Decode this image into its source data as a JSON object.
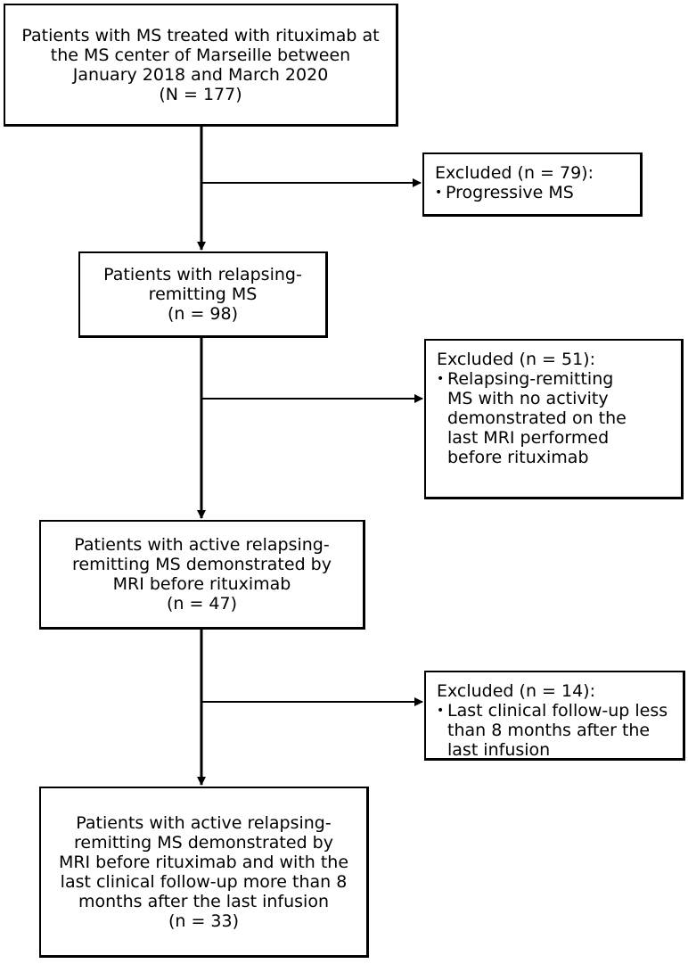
{
  "main_boxes": [
    {
      "lines": [
        "Patients with MS treated with rituximab at",
        "the MS center of Marseille between",
        "January 2018 and March 2020",
        "(N = 177)"
      ]
    },
    {
      "lines": [
        "Patients with relapsing-",
        "remitting MS",
        "(n = 98)"
      ]
    },
    {
      "lines": [
        "Patients with active relapsing-",
        "remitting MS demonstrated by",
        "MRI before rituximab",
        "(n = 47)"
      ]
    },
    {
      "lines": [
        "Patients with active relapsing-",
        "remitting MS demonstrated by",
        "MRI before rituximab and with the",
        "last clinical follow-up more than 8",
        "months after the last infusion",
        "(n = 33)"
      ]
    }
  ],
  "exclusion_boxes": [
    {
      "heading": "Excluded (n = 79):",
      "item_lines": [
        "Progressive MS"
      ]
    },
    {
      "heading": "Excluded (n = 51):",
      "item_lines": [
        "Relapsing-remitting",
        "MS with no activity",
        "demonstrated on the",
        "last MRI performed",
        "before rituximab"
      ]
    },
    {
      "heading": "Excluded (n = 14):",
      "item_lines": [
        "Last clinical follow-up less",
        "than 8 months after the",
        "last infusion"
      ]
    }
  ],
  "colors": {
    "stroke": "#000000",
    "background": "#ffffff"
  }
}
